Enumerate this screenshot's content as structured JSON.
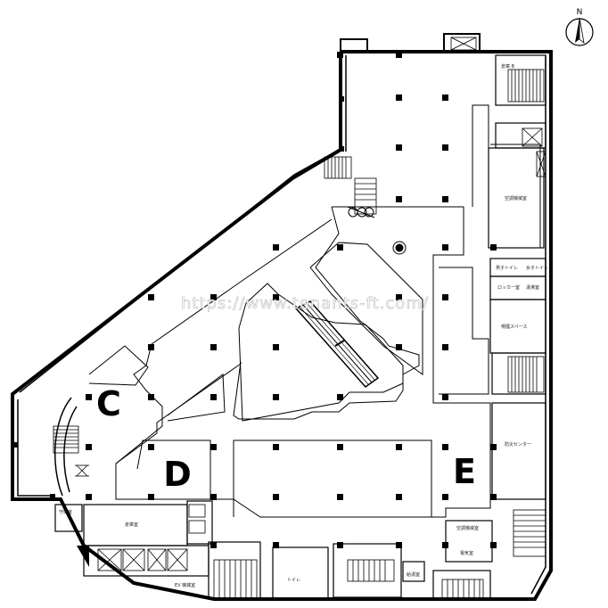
{
  "compass": {
    "north_label": "N"
  },
  "zones": {
    "c": "C",
    "d": "D",
    "e": "E"
  },
  "watermark": "https://www.tenants-ft.com/",
  "room_labels": {
    "top_right_small": "倉庫 B",
    "upper_right_room": "空調機械室",
    "toilet_men": "男子トイレ",
    "toilet_women": "女子トイレ",
    "locker_room": "ロッカー室",
    "small_room": "湯沸室",
    "smoking_space": "喫煙スペース",
    "disaster_center": "防災センター",
    "bottom_center_room": "空調機械室",
    "electrical_room": "電気室",
    "left_small_room": "守衛室",
    "left_storage": "倉庫室",
    "toilet_bottom": "トイレ",
    "bottom_left_room": "EV 機械室",
    "bottom_small_room": "給湯室"
  }
}
